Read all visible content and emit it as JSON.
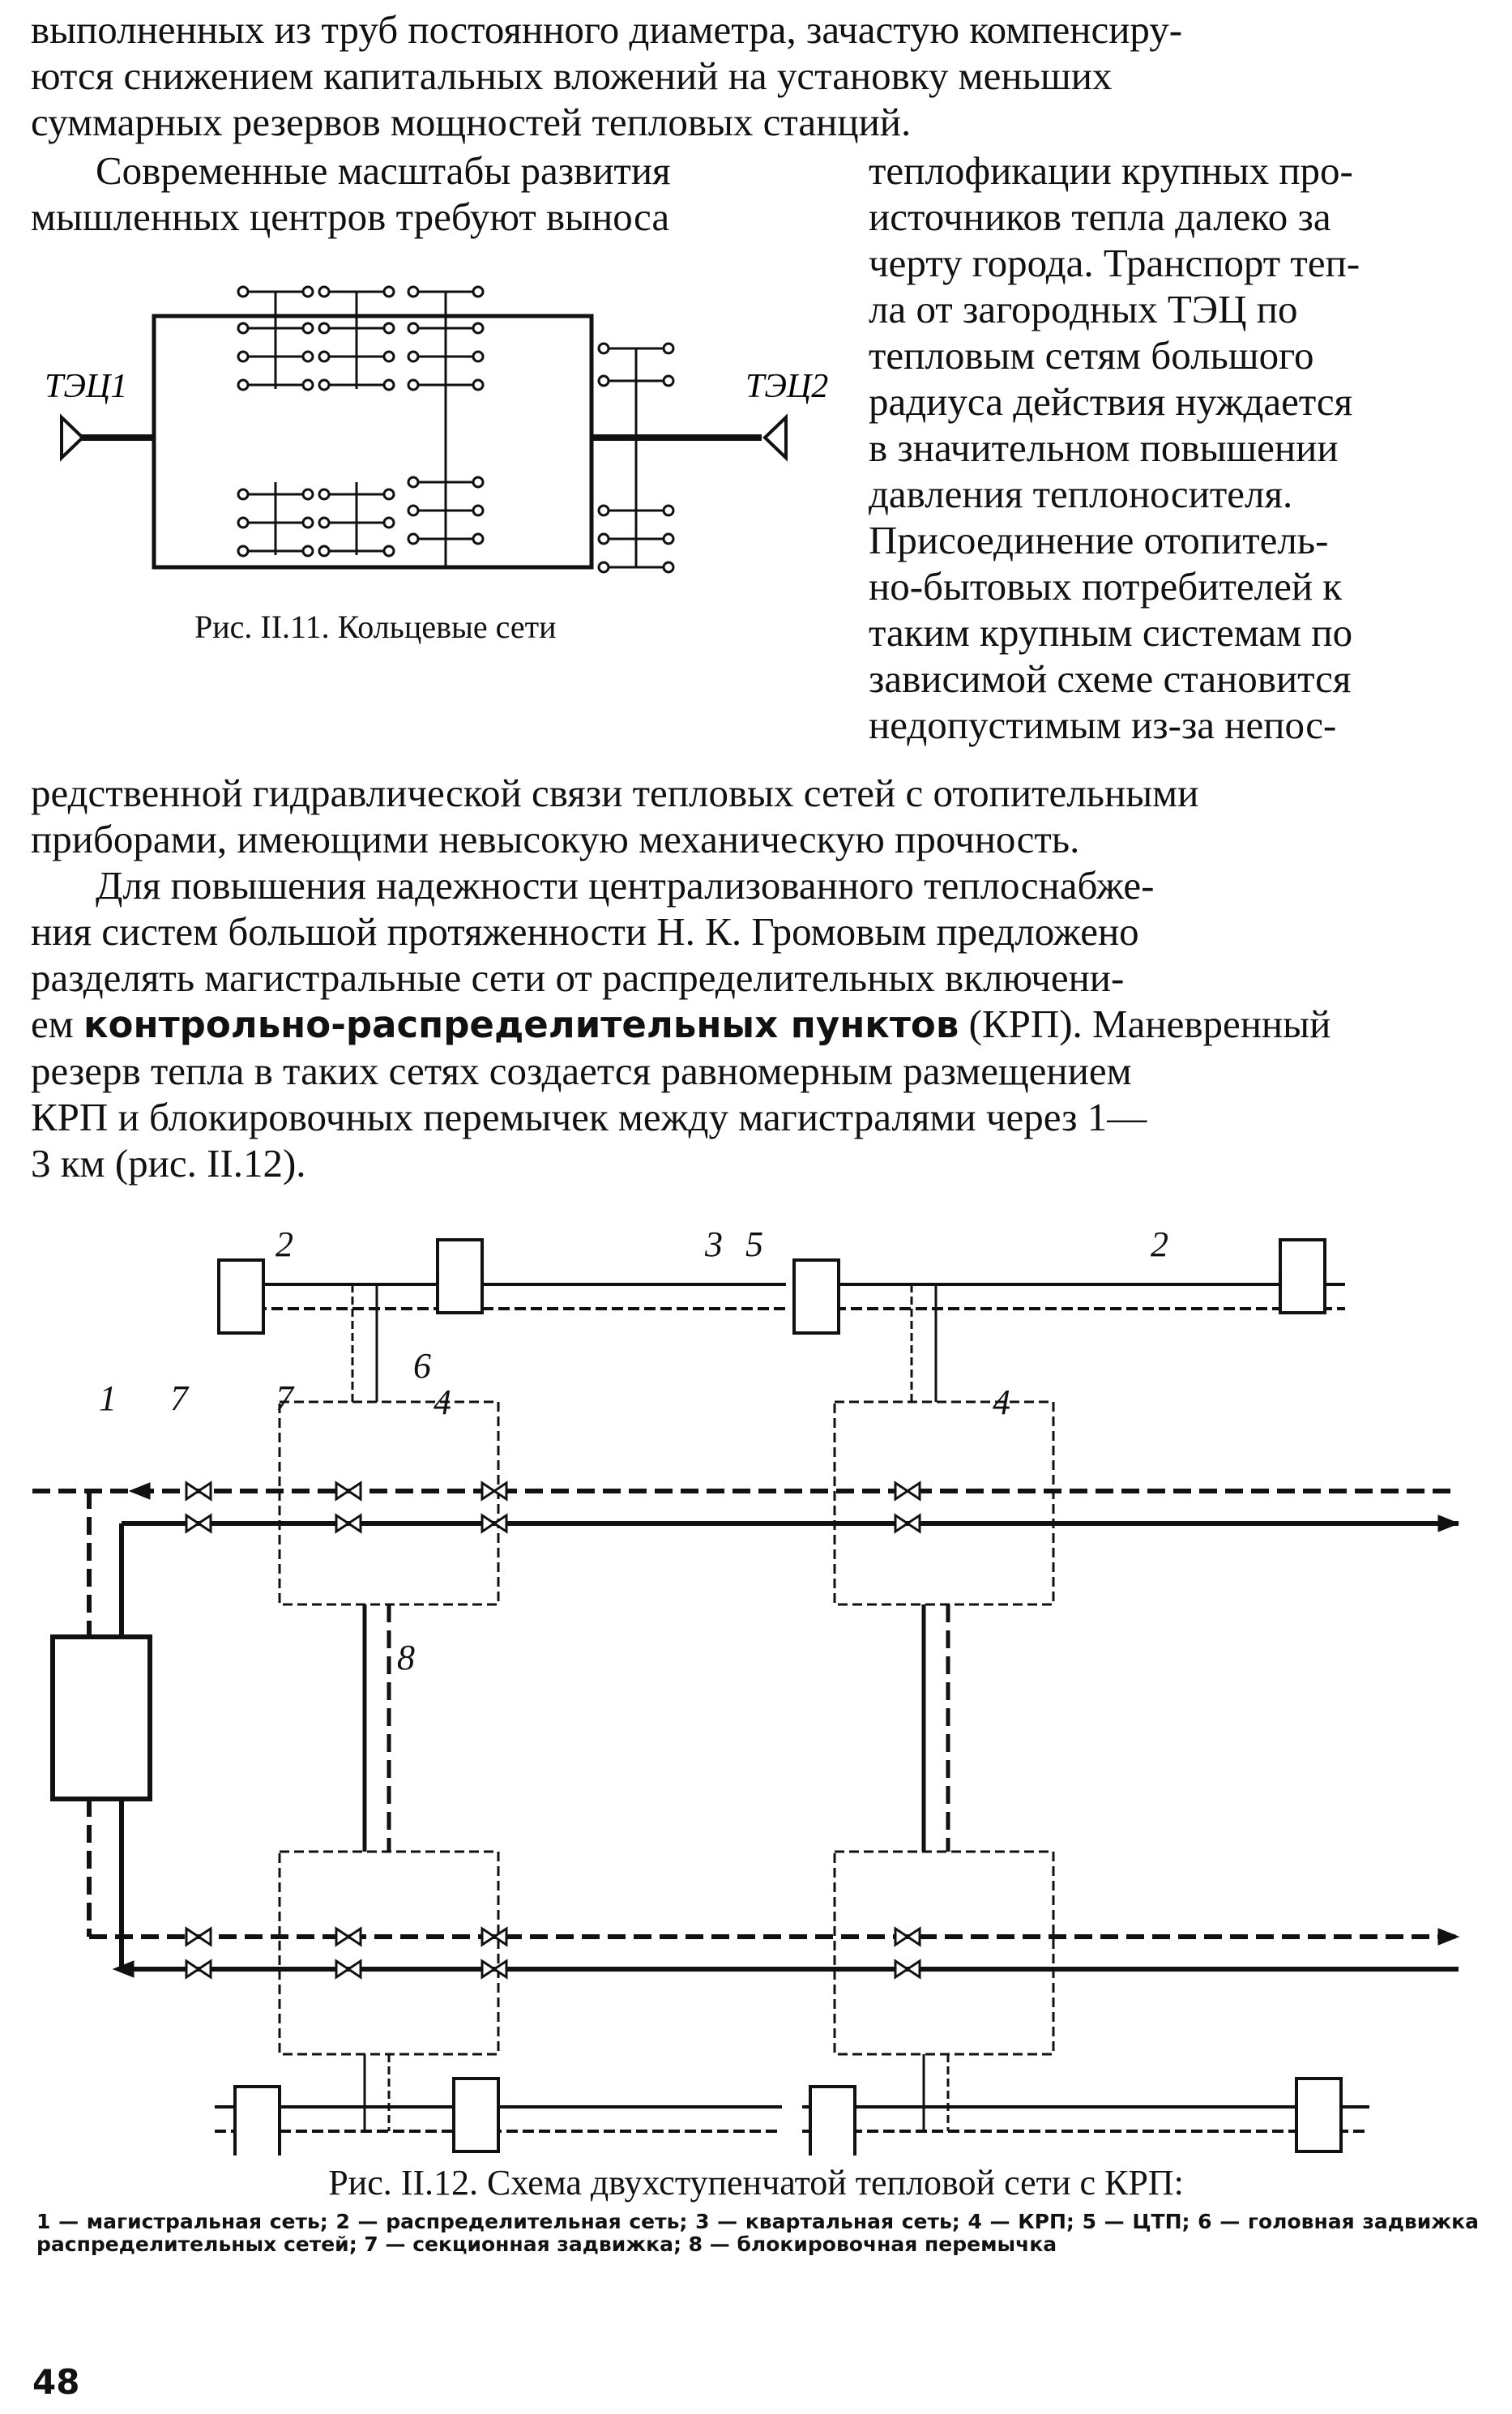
{
  "text": {
    "para1_line1": "выполненных из труб постоянного диаметра, зачастую компенсиру-",
    "para1_line2": "ются снижением капитальных вложений на установку меньших",
    "para1_line3": "суммарных резервов мощностей тепловых станций.",
    "para2_line1_left": "Современные масштабы развития",
    "para2_line2_left": "мышленных центров требуют выноса",
    "wrap_lines": [
      "теплофикации крупных про-",
      "источников тепла далеко за",
      "черту города. Транспорт теп-",
      "ла от загородных ТЭЦ по",
      "тепловым сетям большого",
      "радиуса действия нуждается",
      "в значительном повышении",
      "давления теплоносителя.",
      "Присоединение отопитель-",
      "но-бытовых потребителей к",
      "таким крупным системам по",
      "зависимой схеме становится",
      "недопустимым из-за непос-"
    ],
    "para2_tail1": "редственной гидравлической связи тепловых сетей с отопительными",
    "para2_tail2": "приборами, имеющими невысокую механическую прочность.",
    "para3_a": "Для повышения надежности централизованного теплоснабже-",
    "para3_b": "ния систем большой протяженности Н. К. Громовым предложено",
    "para3_c": "разделять магистральные сети от распределительных включени-",
    "para3_d_pre": "ем ",
    "para3_d_bold": "контрольно-распределительных пунктов",
    "para3_d_post": " (КРП). Маневренный",
    "para3_e": "резерв тепла в таких сетях создается равномерным размещением",
    "para3_f": "КРП и блокировочных перемычек между магистралями через 1—",
    "para3_g": "3 км (рис. II.12)."
  },
  "figure1": {
    "caption": "Рис. II.11. Кольцевые сети",
    "label_left": "ТЭЦ1",
    "label_right": "ТЭЦ2"
  },
  "figure2": {
    "caption": "Рис. II.12. Схема двухступенчатой тепловой сети с КРП:",
    "legend": "1 — магистральная сеть; 2 — распределительная сеть; 3 — квартальная сеть; 4 — КРП; 5 — ЦТП; 6 — головная задвижка распределительных сетей; 7 — секционная задвижка; 8 — блокировочная перемычка",
    "callouts": [
      "1",
      "2",
      "3",
      "5",
      "2",
      "6",
      "7",
      "7",
      "4",
      "4",
      "8"
    ]
  },
  "page_number": "48"
}
